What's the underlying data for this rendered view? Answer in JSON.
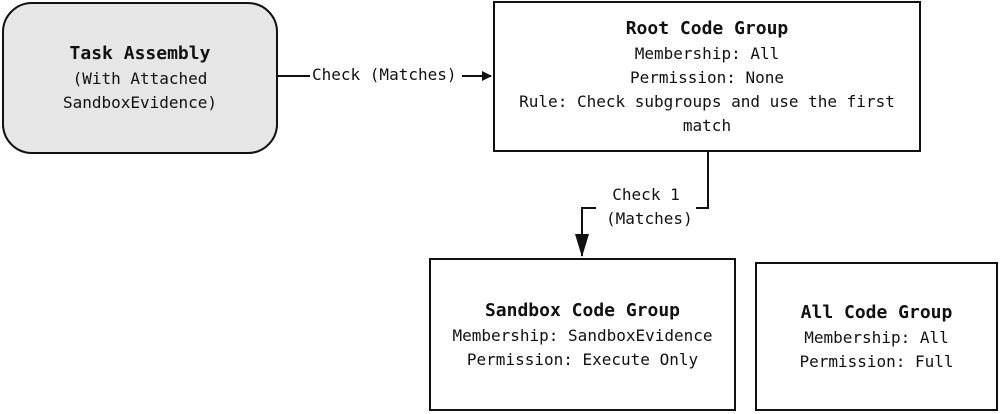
{
  "task_assembly": {
    "title": "Task Assembly",
    "line1": "(With Attached",
    "line2": "SandboxEvidence)"
  },
  "root_group": {
    "title": "Root Code Group",
    "membership": "Membership: All",
    "permission": "Permission: None",
    "rule": "Rule: Check subgroups and use the first match"
  },
  "sandbox_group": {
    "title": "Sandbox Code Group",
    "membership": "Membership: SandboxEvidence",
    "permission": "Permission: Execute Only"
  },
  "all_group": {
    "title": "All Code Group",
    "membership": "Membership: All",
    "permission": "Permission: Full"
  },
  "edges": {
    "task_to_root": "Check (Matches)",
    "root_to_sandbox_line1": "Check 1",
    "root_to_sandbox_line2": "(Matches)"
  },
  "colors": {
    "line": "#111111",
    "task_fill": "#e6e6e6",
    "box_fill": "#ffffff"
  }
}
